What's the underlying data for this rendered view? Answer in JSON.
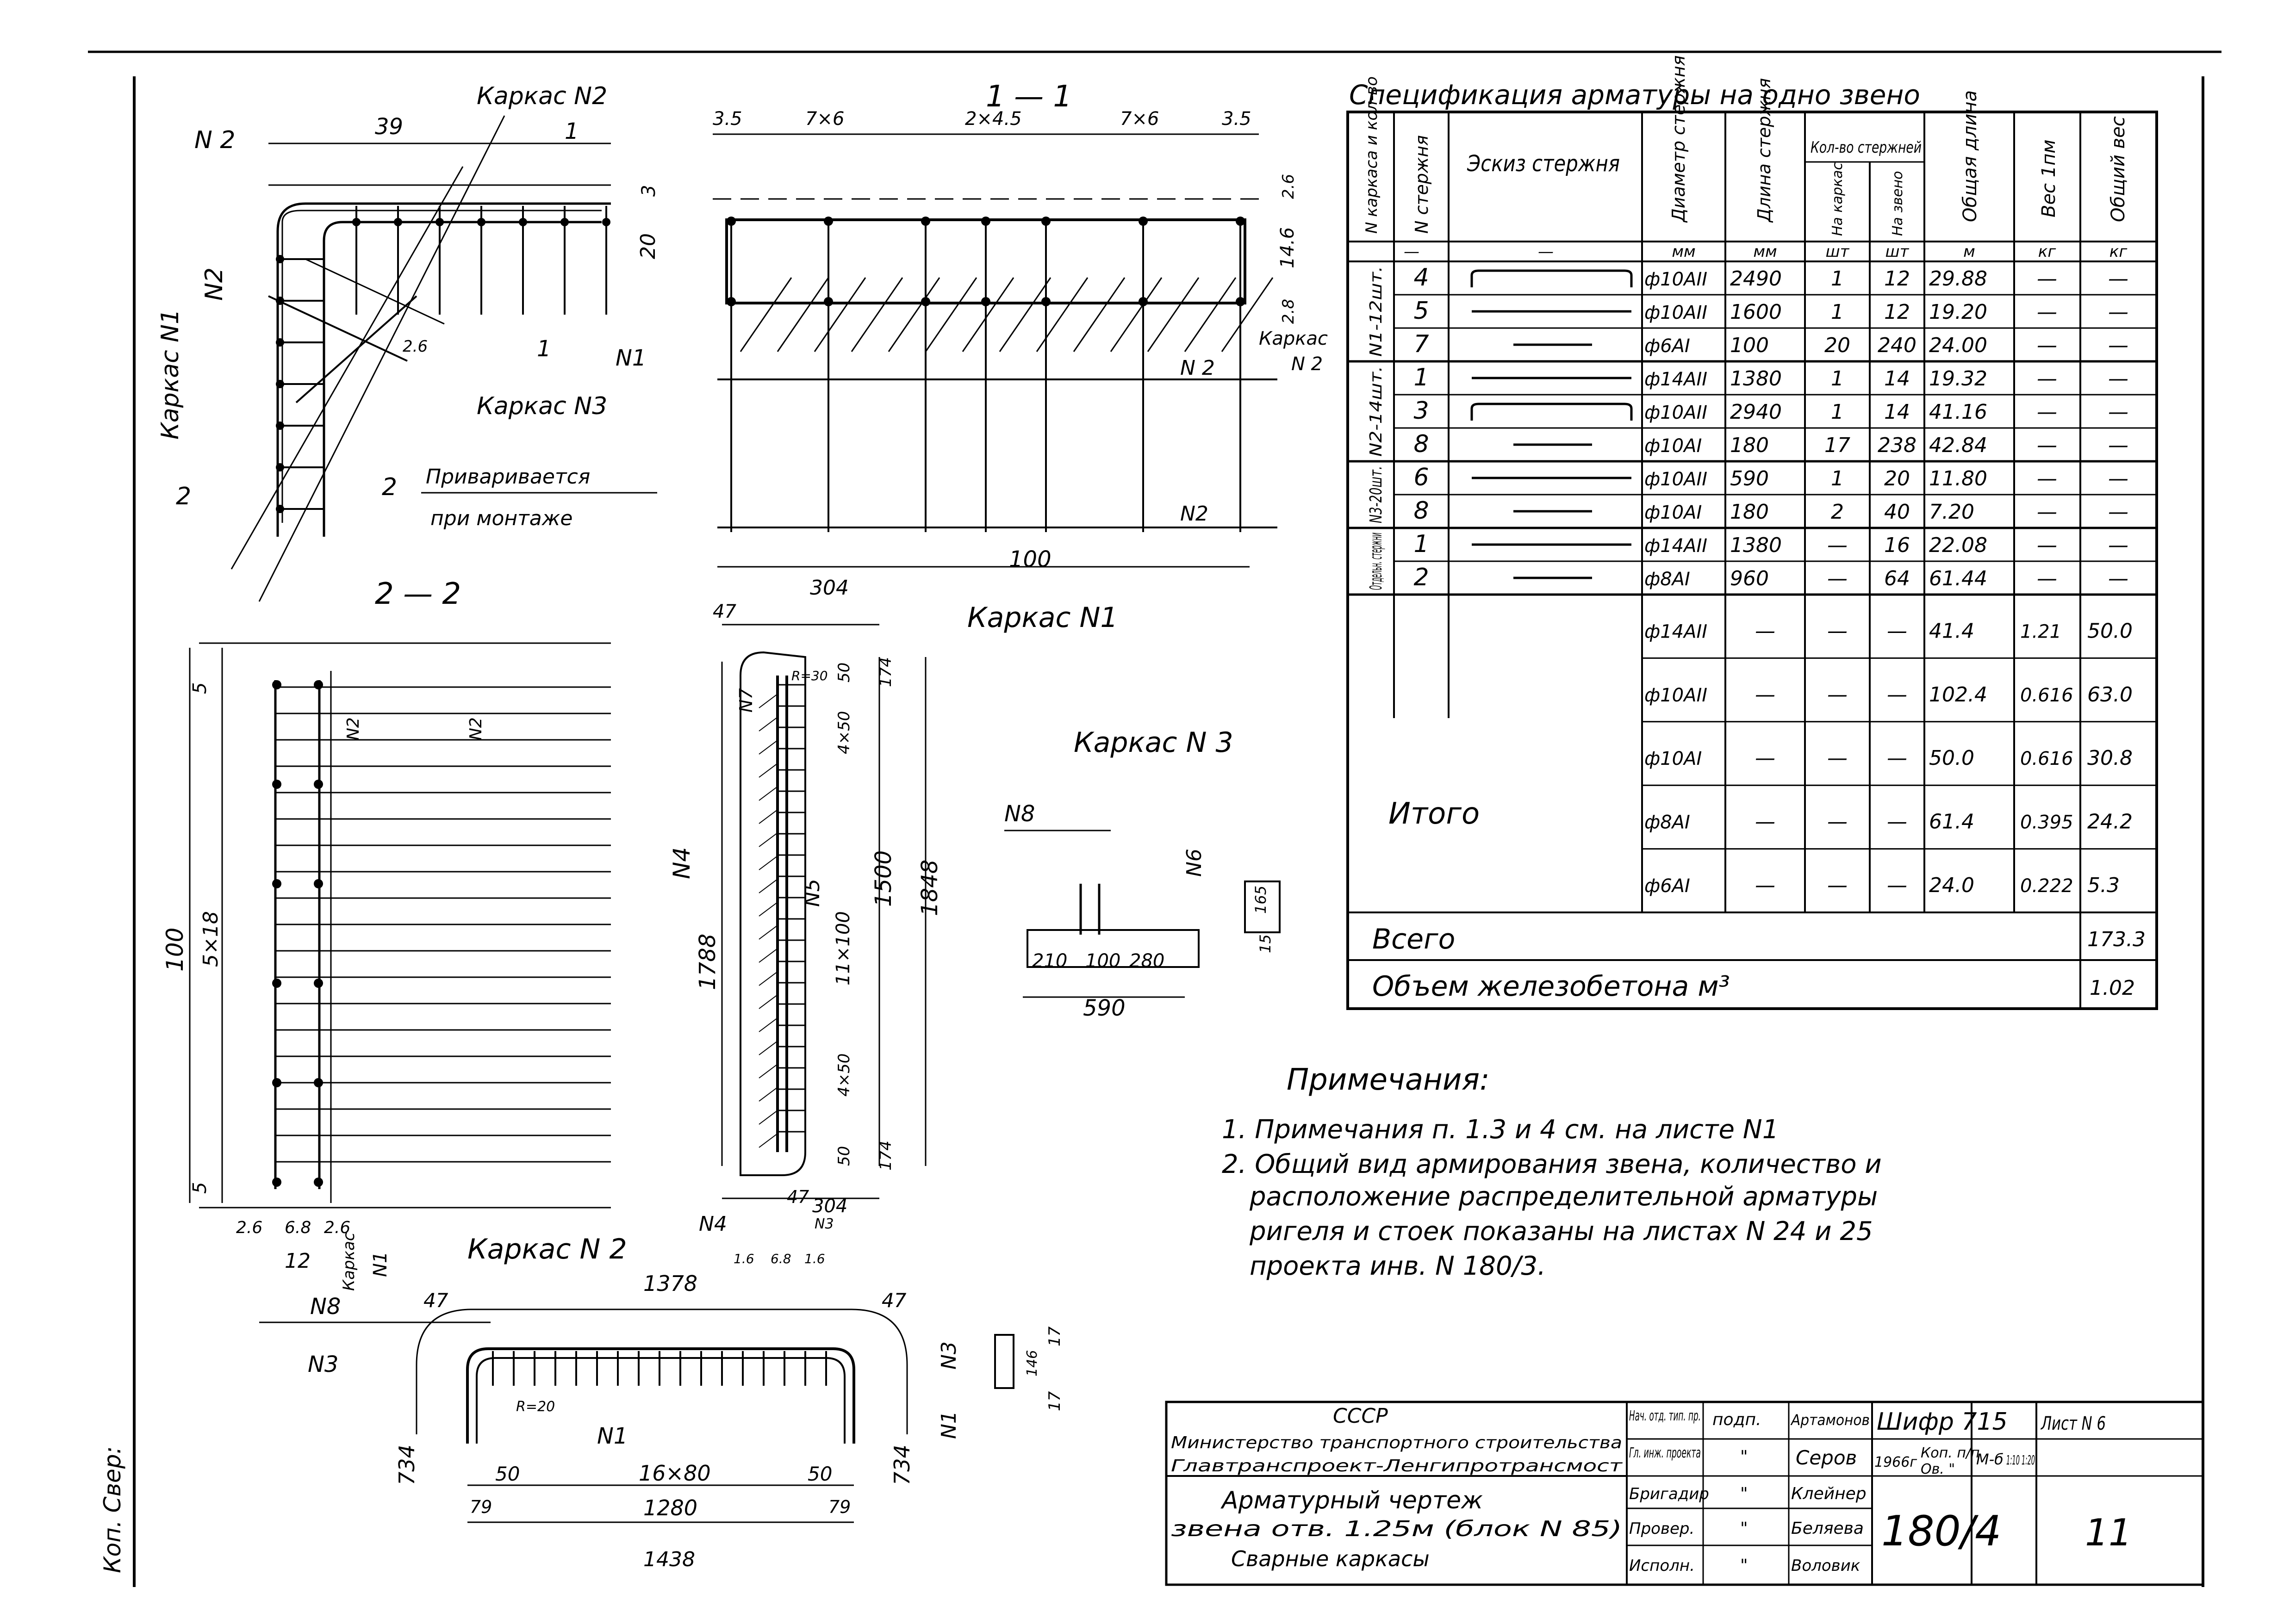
{
  "spec": {
    "title": "Спецификация арматуры на одно звено",
    "headers": {
      "frame": "N каркаса и кол-во",
      "bar_no": "N стержня",
      "sketch": "Эскиз стержня",
      "diameter": "Диаметр стержня",
      "length": "Длина стержня",
      "count_group": "Кол-во стержней",
      "per_frame": "На каркас",
      "per_link": "На звено",
      "total_length": "Общая длина",
      "weight_1m": "Вес 1пм",
      "total_weight": "Общий вес"
    },
    "units": [
      "—",
      "—",
      "мм",
      "мм",
      "шт",
      "шт",
      "м",
      "кг",
      "кг"
    ],
    "groups": [
      {
        "label": "N1-12шт.",
        "rows": [
          {
            "no": "4",
            "d": "ф10АII",
            "len": "2490",
            "pf": "1",
            "pl": "12",
            "tl": "29.88",
            "w": "—",
            "tw": "—"
          },
          {
            "no": "5",
            "d": "ф10АII",
            "len": "1600",
            "pf": "1",
            "pl": "12",
            "tl": "19.20",
            "w": "—",
            "tw": "—"
          },
          {
            "no": "7",
            "d": "ф6АI",
            "len": "100",
            "pf": "20",
            "pl": "240",
            "tl": "24.00",
            "w": "—",
            "tw": "—"
          }
        ]
      },
      {
        "label": "N2-14шт.",
        "rows": [
          {
            "no": "1",
            "d": "ф14АII",
            "len": "1380",
            "pf": "1",
            "pl": "14",
            "tl": "19.32",
            "w": "—",
            "tw": "—"
          },
          {
            "no": "3",
            "d": "ф10АII",
            "len": "2940",
            "pf": "1",
            "pl": "14",
            "tl": "41.16",
            "w": "—",
            "tw": "—"
          },
          {
            "no": "8",
            "d": "ф10АI",
            "len": "180",
            "pf": "17",
            "pl": "238",
            "tl": "42.84",
            "w": "—",
            "tw": "—"
          }
        ]
      },
      {
        "label": "N3-20шт.",
        "rows": [
          {
            "no": "6",
            "d": "ф10АII",
            "len": "590",
            "pf": "1",
            "pl": "20",
            "tl": "11.80",
            "w": "—",
            "tw": "—"
          },
          {
            "no": "8",
            "d": "ф10АI",
            "len": "180",
            "pf": "2",
            "pl": "40",
            "tl": "7.20",
            "w": "—",
            "tw": "—"
          }
        ]
      },
      {
        "label": "Отдельн. стержни",
        "rows": [
          {
            "no": "1",
            "d": "ф14АII",
            "len": "1380",
            "pf": "—",
            "pl": "16",
            "tl": "22.08",
            "w": "—",
            "tw": "—"
          },
          {
            "no": "2",
            "d": "ф8АI",
            "len": "960",
            "pf": "—",
            "pl": "64",
            "tl": "61.44",
            "w": "—",
            "tw": "—"
          }
        ]
      }
    ],
    "itogo_label": "Итого",
    "itogo": [
      {
        "d": "ф14АII",
        "len": "—",
        "pf": "—",
        "pl": "—",
        "tl": "41.4",
        "w": "1.21",
        "tw": "50.0"
      },
      {
        "d": "ф10АII",
        "len": "—",
        "pf": "—",
        "pl": "—",
        "tl": "102.4",
        "w": "0.616",
        "tw": "63.0"
      },
      {
        "d": "ф10АI",
        "len": "—",
        "pf": "—",
        "pl": "—",
        "tl": "50.0",
        "w": "0.616",
        "tw": "30.8"
      },
      {
        "d": "ф8АI",
        "len": "—",
        "pf": "—",
        "pl": "—",
        "tl": "61.4",
        "w": "0.395",
        "tw": "24.2"
      },
      {
        "d": "ф6АI",
        "len": "—",
        "pf": "—",
        "pl": "—",
        "tl": "24.0",
        "w": "0.222",
        "tw": "5.3"
      }
    ],
    "vsego_label": "Всего",
    "vsego": "173.3",
    "volume_label": "Объем железобетона м³",
    "volume": "1.02"
  },
  "notes": {
    "title": "Примечания:",
    "lines": [
      "1. Примечания п. 1.3 и 4 см. на листе N1",
      "2. Общий вид армирования звена, количество и",
      "расположение распределительной арматуры",
      "ригеля и стоек показаны на листах N 24 и 25",
      "проекта инв. N 180/3."
    ]
  },
  "views": {
    "section_11": "1 — 1",
    "section_22": "2 — 2",
    "karkas_n1": "Каркас N1",
    "karkas_n2": "Каркас N 2",
    "karkas_n3": "Каркас N 3",
    "karkas_n2_top": "Каркас N2",
    "karkas_n3_plan": "Каркас N3",
    "karkas_n1_plan": "Каркас N1",
    "welded_note_1": "Приваривается",
    "welded_note_2": "при монтаже"
  },
  "dims": {
    "plan_39": "39",
    "plan_26": "2.6",
    "s11_35a": "3.5",
    "s11_7x6a": "7×6",
    "s11_2x45": "2×4.5",
    "s11_7x6b": "7×6",
    "s11_35b": "3.5",
    "s11_3": "3",
    "s11_20": "20",
    "s11_26": "2.6",
    "s11_146": "14.6",
    "s11_28": "2.8",
    "s11_100": "100",
    "s11_n1": "N1",
    "s11_n2a": "N 2",
    "s11_n2b": "N2",
    "s11_karkas": "Каркас",
    "s11_karkas_n": "N 2",
    "s22_5a": "5",
    "s22_5x18": "5×18",
    "s22_100": "100",
    "s22_5b": "5",
    "s22_26a": "2.6",
    "s22_68": "6.8",
    "s22_26b": "2.6",
    "s22_12": "12",
    "s22_n2a": "N2",
    "s22_n2b": "N2",
    "s22_karkas": "Каркас",
    "s22_n1": "N1",
    "k1_304a": "304",
    "k1_47a": "47",
    "k1_n7": "N7",
    "k1_r30": "R=30",
    "k1_50a": "50",
    "k1_174a": "174",
    "k1_4x50a": "4×50",
    "k1_n5": "N5",
    "k1_1500": "1500",
    "k1_1848": "1848",
    "k1_11x100": "11×100",
    "k1_1788": "1788",
    "k1_n4": "N4",
    "k1_4x50b": "4×50",
    "k1_50b": "50",
    "k1_174b": "174",
    "k1_47b": "47",
    "k1_304b": "304",
    "k1_n4b": "N4",
    "k1_n3": "N3",
    "k1_16a": "1.6",
    "k1_68": "6.8",
    "k1_16b": "1.6",
    "k3_n8": "N8",
    "k3_n6": "N6",
    "k3_210": "210",
    "k3_100": "100",
    "k3_280": "280",
    "k3_590": "590",
    "k3_165": "165",
    "k3_15": "15",
    "k2_n8": "N8",
    "k2_47a": "47",
    "k2_1378": "1378",
    "k2_47b": "47",
    "k2_n3": "N3",
    "k2_r20": "R=20",
    "k2_n1": "N1",
    "k2_16x80": "16×80",
    "k2_50a": "50",
    "k2_50b": "50",
    "k2_734a": "734",
    "k2_734b": "734",
    "k2_79a": "79",
    "k2_79b": "79",
    "k2_1280": "1280",
    "k2_1438": "1438",
    "k2_n3b": "N3",
    "k2_n1b": "N1",
    "k2_17a": "17",
    "k2_146": "146",
    "k2_17b": "17",
    "arrow_1": "1",
    "arrow_1b": "1",
    "arrow_2a": "2",
    "arrow_2b": "2",
    "plan_n2": "N 2",
    "plan_n2v": "N2"
  },
  "titleblock": {
    "org1": "СССР",
    "org2": "Министерство транспортного строительства",
    "org3": "Главтранспроект-Ленгипротрансмост",
    "title1": "Арматурный чертеж",
    "title2": "звена отв. 1.25м (блок N 85)",
    "title3": "Сварные каркасы",
    "roles": [
      "Нач. отд. тип. пр.",
      "Гл. инж. проекта",
      "Бригадир",
      "Провер.",
      "Исполн."
    ],
    "podp_label": "подп.",
    "podp": [
      "\"",
      "\"",
      "\"",
      "\""
    ],
    "names": [
      "Артамонов",
      "Серов",
      "Клейнер",
      "Беляева",
      "Воловик"
    ],
    "shifr": "Шифр 715",
    "year": "1966г",
    "kop": "Коп. п/п",
    "ob": "Ов. \"",
    "number": "180/4",
    "scale_label": "М-б",
    "scale": "1:10 1:20",
    "sheet_label": "Лист N 6",
    "sheet": "11"
  },
  "margin_note": "Коп. Свер:"
}
